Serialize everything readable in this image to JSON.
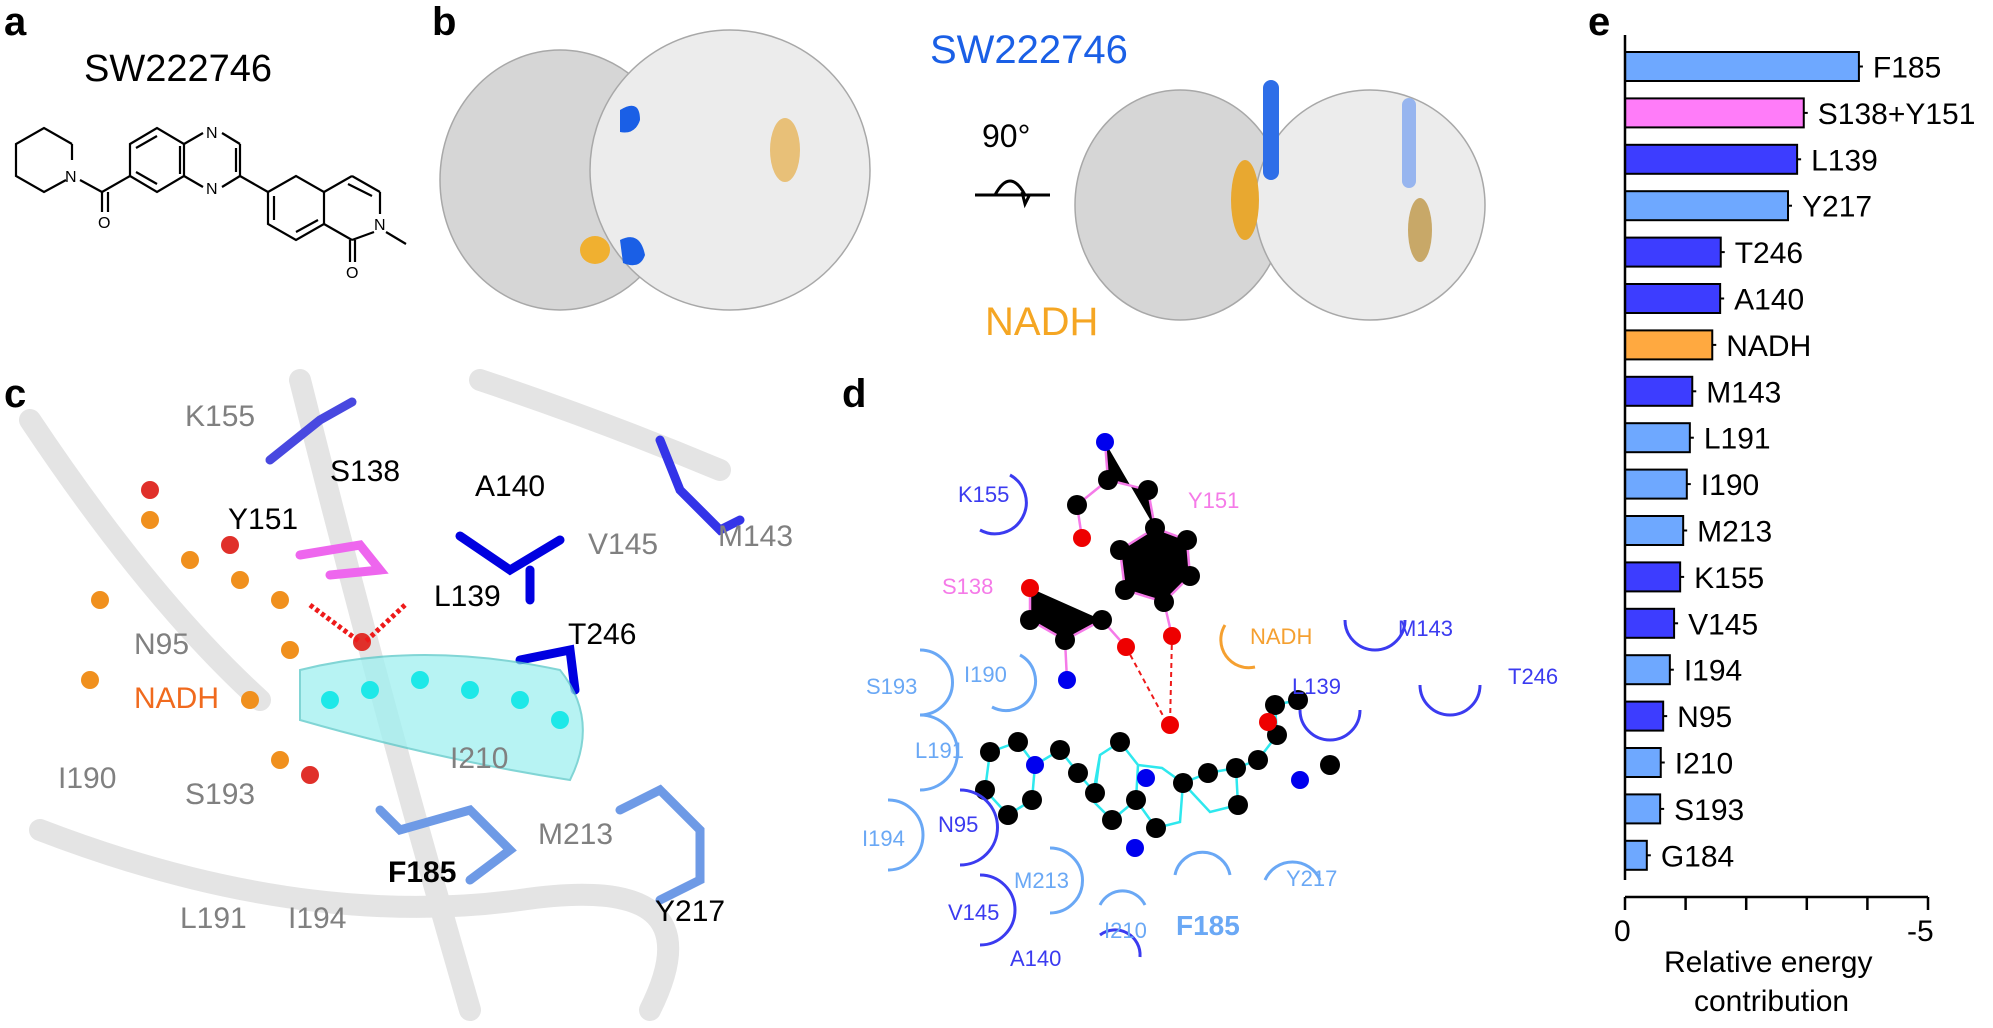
{
  "panels": {
    "a": {
      "label": "a",
      "compound_name": "SW222746",
      "atom_labels": [
        "N",
        "O",
        "N",
        "N",
        "N",
        "O"
      ]
    },
    "b": {
      "label": "b",
      "ligand_label": "SW222746",
      "cofactor_label": "NADH",
      "rotation_label": "90°",
      "colors": {
        "ligand": "#1a5fe6",
        "cofactor": "#f5a623",
        "density": "#d9d9d9"
      }
    },
    "c": {
      "label": "c",
      "residues": [
        {
          "name": "K155",
          "color": "#808080"
        },
        {
          "name": "S138",
          "color": "#000000"
        },
        {
          "name": "A140",
          "color": "#000000"
        },
        {
          "name": "Y151",
          "color": "#000000"
        },
        {
          "name": "V145",
          "color": "#808080"
        },
        {
          "name": "M143",
          "color": "#808080"
        },
        {
          "name": "L139",
          "color": "#000000"
        },
        {
          "name": "N95",
          "color": "#808080"
        },
        {
          "name": "T246",
          "color": "#000000"
        },
        {
          "name": "NADH",
          "color": "#f06a1e"
        },
        {
          "name": "I190",
          "color": "#808080"
        },
        {
          "name": "S193",
          "color": "#808080"
        },
        {
          "name": "I210",
          "color": "#808080"
        },
        {
          "name": "M213",
          "color": "#808080"
        },
        {
          "name": "F185",
          "color": "#000000"
        },
        {
          "name": "L191",
          "color": "#808080"
        },
        {
          "name": "I194",
          "color": "#808080"
        },
        {
          "name": "Y217",
          "color": "#000000"
        }
      ]
    },
    "d": {
      "label": "d",
      "residues": [
        {
          "name": "K155",
          "color": "#3b3bf0"
        },
        {
          "name": "Y151",
          "color": "#f57ae8"
        },
        {
          "name": "S138",
          "color": "#f57ae8"
        },
        {
          "name": "NADH",
          "color": "#f5a030"
        },
        {
          "name": "M143",
          "color": "#3b3bf0"
        },
        {
          "name": "T246",
          "color": "#3b3bf0"
        },
        {
          "name": "S193",
          "color": "#6aa8f5"
        },
        {
          "name": "I190",
          "color": "#6aa8f5"
        },
        {
          "name": "L139",
          "color": "#3b3bf0"
        },
        {
          "name": "L191",
          "color": "#6aa8f5"
        },
        {
          "name": "I194",
          "color": "#6aa8f5"
        },
        {
          "name": "N95",
          "color": "#3b3bf0"
        },
        {
          "name": "M213",
          "color": "#6aa8f5"
        },
        {
          "name": "Y217",
          "color": "#6aa8f5"
        },
        {
          "name": "V145",
          "color": "#3b3bf0"
        },
        {
          "name": "I210",
          "color": "#6aa8f5"
        },
        {
          "name": "F185",
          "color": "#6aa8f5"
        },
        {
          "name": "A140",
          "color": "#3b3bf0"
        }
      ]
    },
    "e": {
      "label": "e"
    }
  },
  "chart_data": {
    "type": "bar",
    "orientation": "horizontal",
    "title": "",
    "xlabel": "Relative energy contribution",
    "ylabel": "",
    "xlim": [
      0,
      -5
    ],
    "xticks": [
      0,
      -1,
      -2,
      -3,
      -4,
      -5
    ],
    "xtick_labels": [
      "0",
      "",
      "",
      "",
      "",
      "-5"
    ],
    "grid": false,
    "legend": null,
    "categories": [
      "F185",
      "S138+Y151",
      "L139",
      "Y217",
      "T246",
      "A140",
      "NADH",
      "M143",
      "L191",
      "I190",
      "M213",
      "K155",
      "V145",
      "I194",
      "N95",
      "I210",
      "S193",
      "G184"
    ],
    "values": [
      -3.86,
      -2.95,
      -2.84,
      -2.69,
      -1.58,
      -1.57,
      -1.44,
      -1.11,
      -1.07,
      -1.02,
      -0.96,
      -0.91,
      -0.81,
      -0.74,
      -0.63,
      -0.59,
      -0.58,
      -0.36
    ],
    "colors": [
      "#6ea8ff",
      "#ff7cf9",
      "#3d3dff",
      "#6ea8ff",
      "#3d3dff",
      "#3d3dff",
      "#ffa940",
      "#3d3dff",
      "#6ea8ff",
      "#6ea8ff",
      "#6ea8ff",
      "#3d3dff",
      "#3d3dff",
      "#6ea8ff",
      "#3d3dff",
      "#6ea8ff",
      "#6ea8ff",
      "#6ea8ff"
    ],
    "error_bars": true
  },
  "axis": {
    "tick0": "0",
    "tick5": "-5",
    "xlabel_line1": "Relative energy",
    "xlabel_line2": "contribution"
  }
}
